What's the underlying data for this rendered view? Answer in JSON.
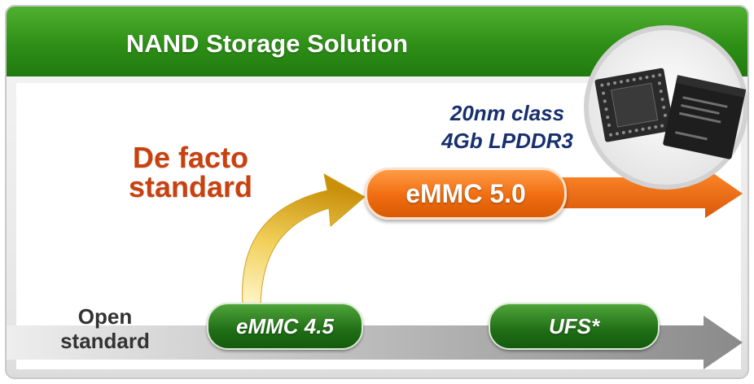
{
  "title": "NAND Storage Solution",
  "open_standard": {
    "line1": "Open",
    "line2": "standard"
  },
  "defacto_standard": {
    "line1": "De facto",
    "line2": "standard"
  },
  "dram_note": {
    "line1": "20nm class",
    "line2": "4Gb LPDDR3"
  },
  "pills": {
    "emmc45": "eMMC 4.5",
    "ufs": "UFS*",
    "emmc50": "eMMC 5.0"
  },
  "colors": {
    "header_green": "#2e8f17",
    "pill_green": "#1f6e16",
    "pill_orange": "#f06d10",
    "defacto_red": "#c8410f",
    "dram_navy": "#17306e",
    "arrow_gray": "#8a8a8a",
    "arrow_orange": "#e8650c",
    "curve_gold": "#e2b01e"
  },
  "icons": {
    "chip_photo": "memory-chips-image",
    "curve": "curved-up-arrow-icon",
    "timeline_arrow": "right-arrow-icon"
  }
}
